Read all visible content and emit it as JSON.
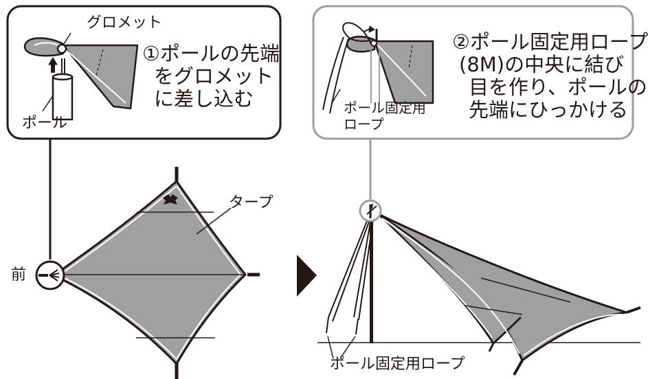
{
  "panel1": {
    "step_lines": [
      "①ポールの先端",
      "をグロメット",
      "に差し込む"
    ],
    "grommet_label": "グロメット",
    "pole_label": "ポール"
  },
  "panel2": {
    "step_lines": [
      "②ポール固定用ロープ",
      "(8M)の中央に結び",
      "目を作り、ポールの",
      "先端にひっかける"
    ],
    "rope_label_lines": [
      "ポール固定用",
      "ロープ"
    ]
  },
  "main": {
    "tarp_label": "タープ",
    "front_label": "前",
    "rope_label": "ポール固定用ロープ"
  },
  "colors": {
    "tarp_fill": "#a0a0a0",
    "stroke": "#231815",
    "callout2_border": "#9e9e9e"
  }
}
